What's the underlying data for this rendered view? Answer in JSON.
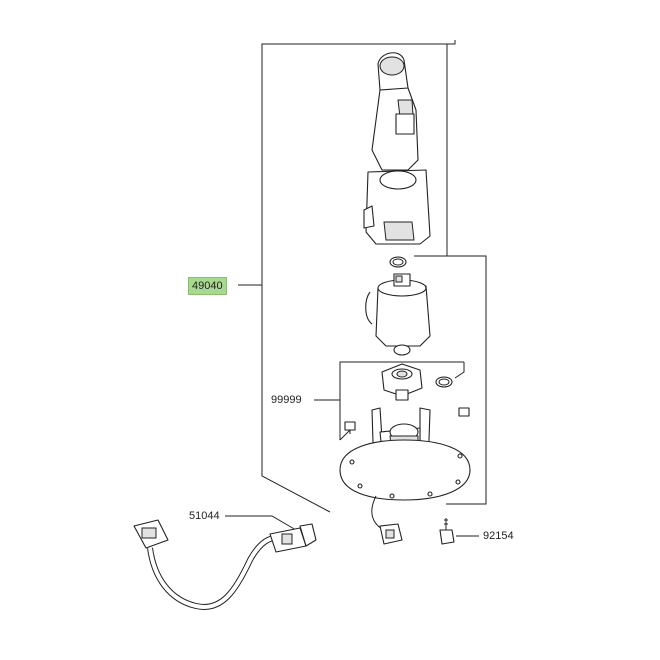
{
  "parts": {
    "assembly": {
      "number": "49040",
      "highlight_color": "#a9d98f"
    },
    "pump_kit": {
      "number": "99999"
    },
    "bolt": {
      "number": "92154"
    },
    "harness": {
      "number": "51044"
    }
  }
}
